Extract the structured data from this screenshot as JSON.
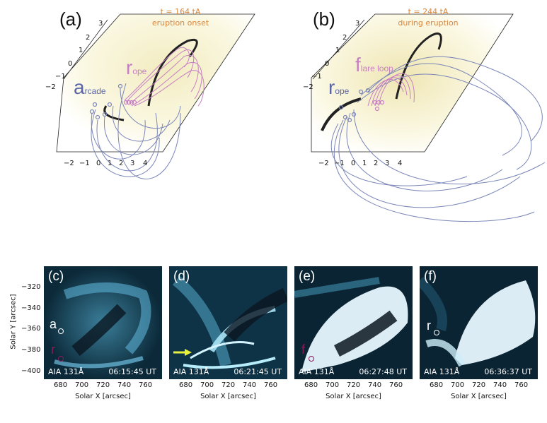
{
  "top": {
    "a": {
      "label": "(a)",
      "time": "t = 164 tA",
      "phase": "eruption onset",
      "rope_big": "r",
      "rope_small": "ope",
      "arcade_big": "a",
      "arcade_small": "rcade",
      "y_ticks": [
        "3",
        "2",
        "1",
        "0",
        "−1",
        "−2"
      ],
      "x_ticks": [
        "−2",
        "−1",
        "0",
        "1",
        "2",
        "3",
        "4"
      ]
    },
    "b": {
      "label": "(b)",
      "time": "t = 244 tA",
      "phase": "during eruption",
      "flare_big": "f",
      "flare_small": "lare loop",
      "rope_big": "r",
      "rope_small": "ope",
      "y_ticks": [
        "3",
        "2",
        "1",
        "0",
        "−1",
        "−2"
      ],
      "x_ticks": [
        "−2",
        "−1",
        "0",
        "1",
        "2",
        "3",
        "4"
      ]
    }
  },
  "bottom": {
    "y_axis_label": "Solar Y [arcsec]",
    "y_ticks": [
      "−320",
      "−340",
      "−360",
      "−380",
      "−400"
    ],
    "x_axis_label": "Solar X [arcsec]",
    "x_ticks": [
      "680",
      "700",
      "720",
      "740",
      "760"
    ],
    "panels": [
      {
        "label": "(c)",
        "instrument": "AIA 131Å",
        "time": "06:15:45 UT",
        "markers": [
          "a",
          "r"
        ]
      },
      {
        "label": "(d)",
        "instrument": "AIA 131Å",
        "time": "06:21:45 UT",
        "markers": []
      },
      {
        "label": "(e)",
        "instrument": "AIA 131Å",
        "time": "06:27:48 UT",
        "markers": [
          "f"
        ]
      },
      {
        "label": "(f)",
        "instrument": "AIA 131Å",
        "time": "06:36:37 UT",
        "markers": [
          "r"
        ]
      }
    ]
  },
  "colors": {
    "arcade": "#7b86b8",
    "rope": "#c77fc4",
    "time_text": "#d9863c",
    "marker_r": "#8b1a5a",
    "arrow": "#e8f23a"
  }
}
